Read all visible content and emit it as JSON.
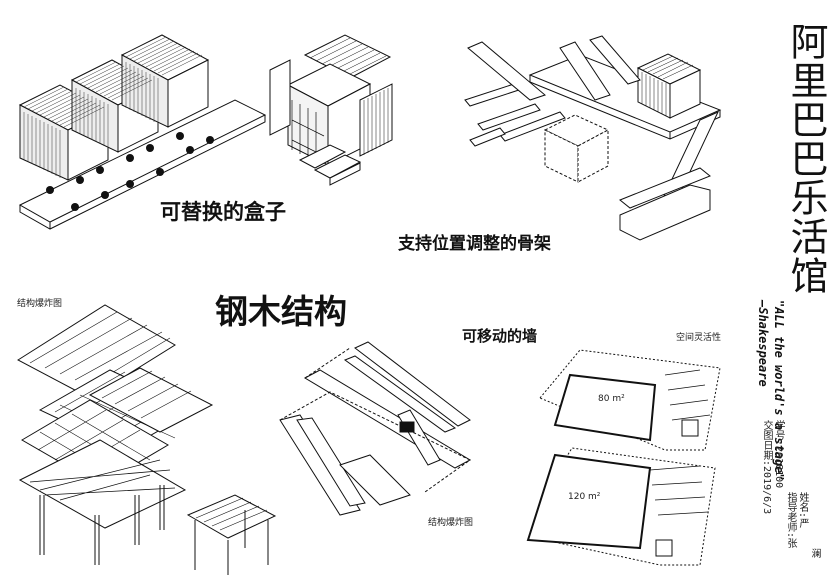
{
  "labels": {
    "replaceable_boxes": "可替换的盒子",
    "adjustable_frame": "支持位置调整的骨架",
    "steel_wood": "钢木结构",
    "movable_wall": "可移动的墙",
    "exploded_1": "结构爆炸图",
    "exploded_2": "结构爆炸图",
    "space_flex": "空间灵活性",
    "area_1": "80 m²",
    "area_2": "120 m²"
  },
  "sidebar": {
    "title": "阿里巴巴乐活馆",
    "quote_line1": "\"ALL the world's a stage\"",
    "quote_line2": "—Shakespeare",
    "info_student_id": "学号:2018100",
    "info_submit_date": "交图日期:2019/6/3",
    "info_name": "姓名:严",
    "info_teacher": "指导老师:张",
    "info_extra": "澜"
  }
}
